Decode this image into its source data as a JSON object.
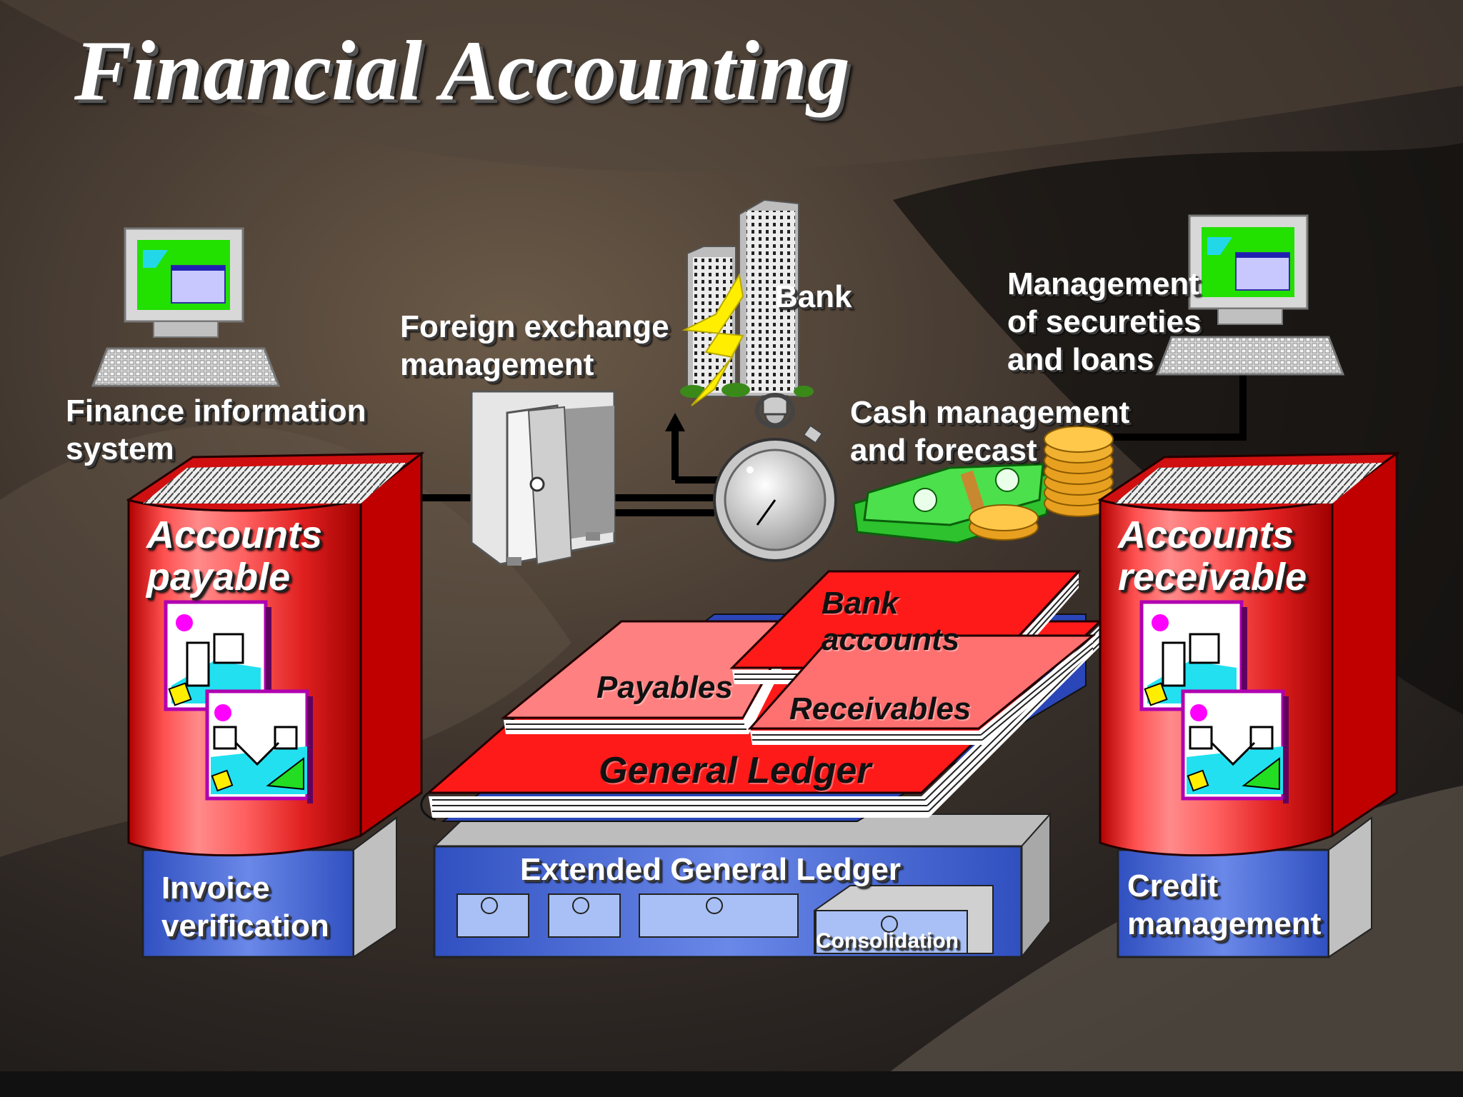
{
  "title": "Financial Accounting",
  "labels": {
    "finance_info": "Finance information\nsystem",
    "foreign_exchange": "Foreign exchange\nmanagement",
    "bank": "Bank",
    "securities": "Management\nof secureties\nand loans",
    "cash": "Cash management\nand forecast",
    "accounts_payable": "Accounts\npayable",
    "accounts_receivable": "Accounts\nreceivable",
    "bank_accounts": "Bank\naccounts",
    "payables": "Payables",
    "receivables": "Receivables",
    "general_ledger": "General Ledger",
    "extended_gl": "Extended General Ledger",
    "consolidation": "Consolidation",
    "invoice_verification": "Invoice\nverification",
    "credit_management": "Credit\nmanagement"
  },
  "colors": {
    "ledger_red": "#ff1a1a",
    "binder_red": "#e02020",
    "base_blue": "#3a57c8",
    "screen_green": "#22e000"
  },
  "icons": [
    "computer-icon",
    "bank-building-icon",
    "lightning-icon",
    "safe-icon",
    "stopwatch-icon",
    "money-icon",
    "coins-icon",
    "handshake-document-icon",
    "people-document-icon"
  ]
}
